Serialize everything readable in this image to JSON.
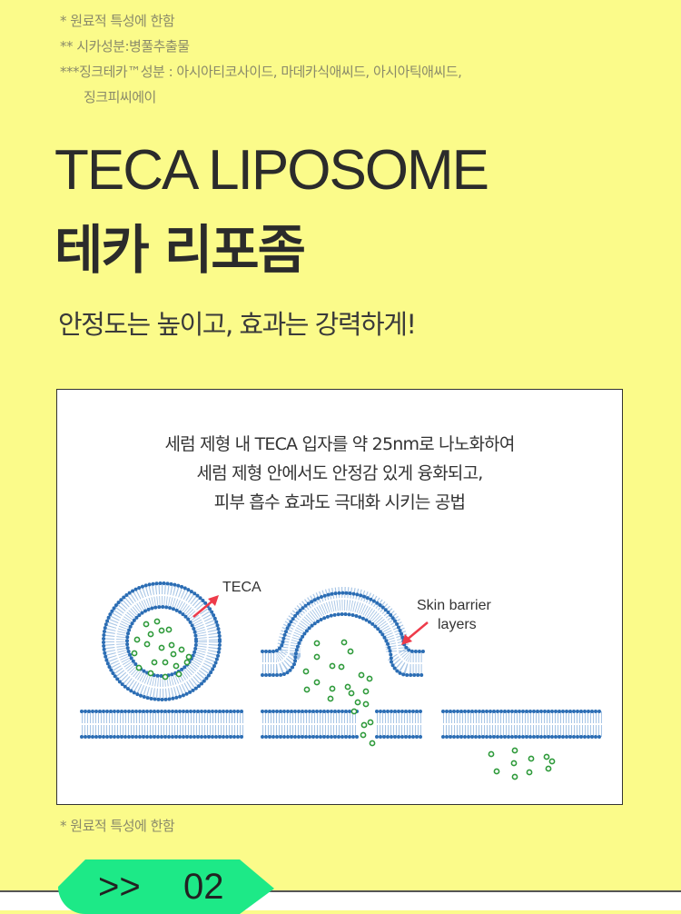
{
  "notes_top": [
    "* 원료적 특성에 한함",
    "** 시카성분:병풀추출물",
    "***징크테카™성분 : 아시아티코사이드, 마데카식애씨드, 아시아틱애씨드,",
    "징크피씨에이"
  ],
  "title_en": "TECA LIPOSOME",
  "title_ko": "테카 리포좀",
  "subtitle": "안정도는 높이고, 효과는 강력하게!",
  "diagram": {
    "description_lines": [
      "세럼 제형 내 TECA 입자를 약 25nm로 나노화하여",
      "세럼 제형 안에서도 안정감 있게 융화되고,",
      "피부 흡수 효과도 극대화 시키는 공법"
    ],
    "label_teca": "TECA",
    "label_skin_1": "Skin barrier",
    "label_skin_2": "layers",
    "colors": {
      "membrane": "#2b6db4",
      "tails": "#a8c6e6",
      "particle": "#2e9a3a",
      "arrow": "#ee3b4a"
    }
  },
  "note_bottom": "* 원료적 특성에 한함",
  "section_tag": {
    "arrow": ">>",
    "number": "02"
  }
}
